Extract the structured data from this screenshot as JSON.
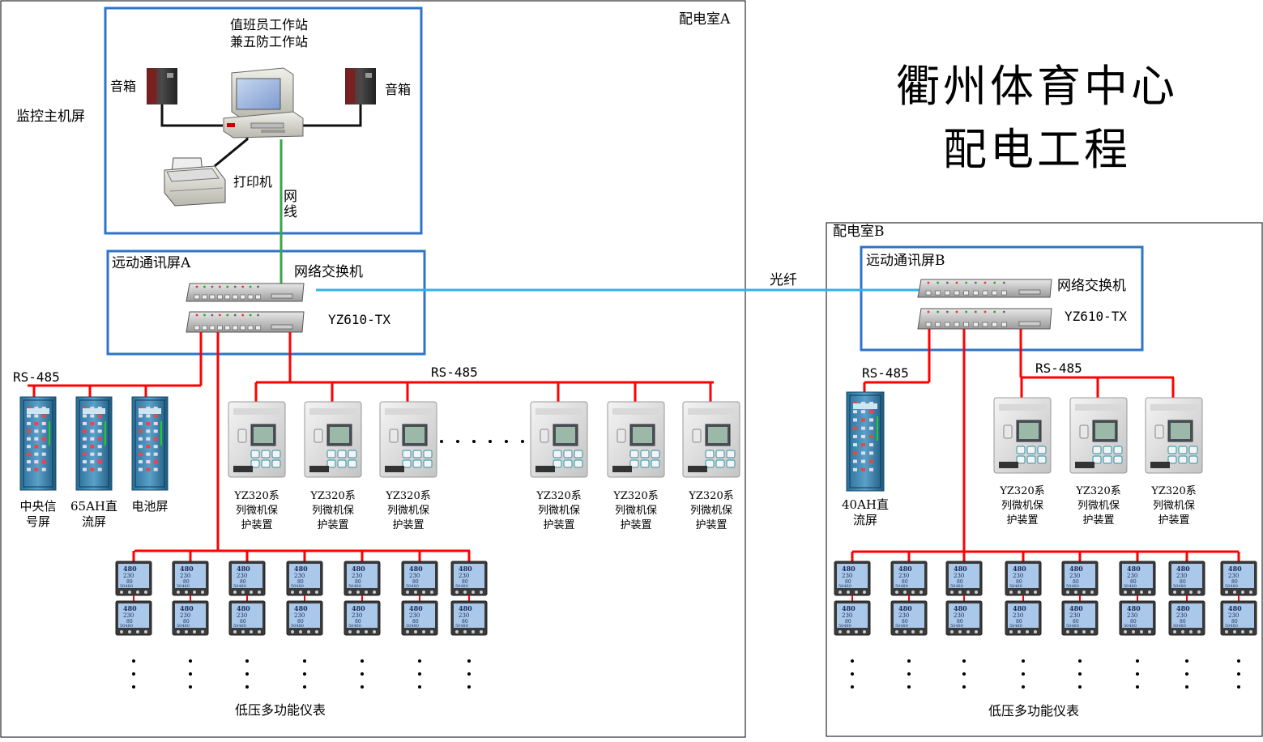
{
  "title": {
    "line1": "衢州体育中心",
    "line2": "配电工程"
  },
  "room_a": {
    "label": "配电室A",
    "monitor_host_label": "监控主机屏",
    "workstation": {
      "line1": "值班员工作站",
      "line2": "兼五防工作站"
    },
    "speaker_label": "音箱",
    "printer_label": "打印机",
    "network_cable_label": "网\n线",
    "comm_panel_label": "远动通讯屏A",
    "switch_label": "网络交换机",
    "converter_label": "YZ610-TX",
    "rs485_left": "RS-485",
    "rs485_right": "RS-485",
    "cabinets": [
      {
        "label": "中央信\n号屏"
      },
      {
        "label": "65AH直\n流屏"
      },
      {
        "label": "电池屏"
      }
    ],
    "relays": [
      {
        "label": "YZ320系\n列微机保\n护装置"
      },
      {
        "label": "YZ320系\n列微机保\n护装置"
      },
      {
        "label": "YZ320系\n列微机保\n护装置"
      },
      {
        "label": "YZ320系\n列微机保\n护装置"
      },
      {
        "label": "YZ320系\n列微机保\n护装置"
      },
      {
        "label": "YZ320系\n列微机保\n护装置"
      }
    ],
    "meter_columns": 7,
    "meters_label": "低压多功能仪表"
  },
  "fiber_label": "光纤",
  "room_b": {
    "label": "配电室B",
    "comm_panel_label": "远动通讯屏B",
    "switch_label": "网络交换机",
    "converter_label": "YZ610-TX",
    "rs485_left": "RS-485",
    "rs485_right": "RS-485",
    "cabinets": [
      {
        "label": "40AH直\n流屏"
      }
    ],
    "relays": [
      {
        "label": "YZ320系\n列微机保\n护装置"
      },
      {
        "label": "YZ320系\n列微机保\n护装置"
      },
      {
        "label": "YZ320系\n列微机保\n护装置"
      }
    ],
    "meter_columns": 8,
    "meters_label": "低压多功能仪表"
  },
  "meter_display": {
    "v1": "480",
    "v2": "230",
    "v3": "80",
    "v4": "50480"
  },
  "colors": {
    "bus": "#ff0000",
    "fiber": "#33b3e6",
    "lan": "#3aa54a",
    "box": "#2e74c8"
  }
}
